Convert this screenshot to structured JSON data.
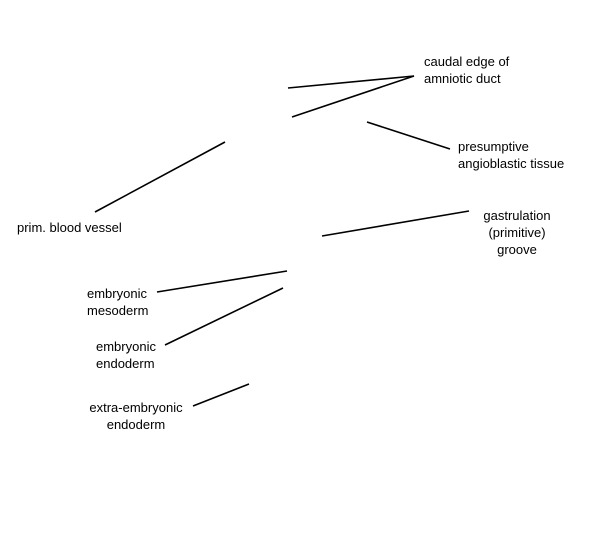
{
  "labels": {
    "caudal_edge": {
      "line1": "caudal edge of",
      "line2": "amniotic duct"
    },
    "presumptive": {
      "line1": "presumptive",
      "line2": "angioblastic tissue"
    },
    "prim_blood_vessel": {
      "line1": "prim. blood vessel"
    },
    "gastrulation": {
      "line1": "gastrulation",
      "line2": "(primitive)",
      "line3": "groove"
    },
    "embryonic_mesoderm": {
      "line1": "embryonic",
      "line2": "mesoderm"
    },
    "embryonic_endoderm": {
      "line1": "embryonic",
      "line2": "endoderm"
    },
    "extra_embryonic_endoderm": {
      "line1": "extra-embryonic",
      "line2": "endoderm"
    }
  },
  "style": {
    "line_color": "#000000",
    "text_color": "#000000",
    "background": "#ffffff"
  }
}
